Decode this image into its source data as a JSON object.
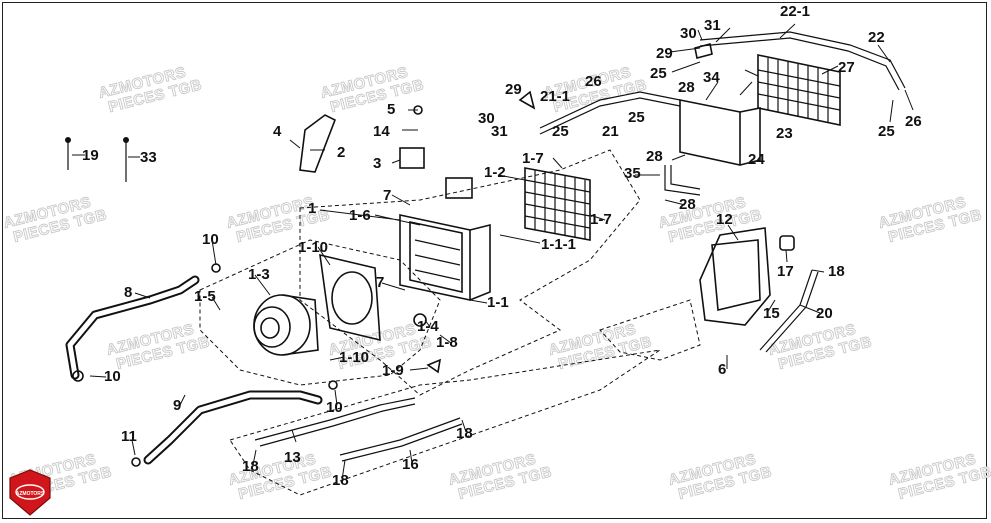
{
  "diagram": {
    "callouts": [
      "22-1",
      "22",
      "30",
      "31",
      "29",
      "25",
      "34",
      "28",
      "27",
      "26",
      "25",
      "23",
      "29",
      "21-1",
      "26",
      "21",
      "25",
      "30",
      "31",
      "25",
      "24",
      "5",
      "14",
      "4",
      "2",
      "3",
      "1-2",
      "1-7",
      "28",
      "35",
      "28",
      "7",
      "1",
      "1-6",
      "1-7",
      "1-1-1",
      "19",
      "33",
      "10",
      "1-10",
      "1-3",
      "12",
      "17",
      "18",
      "8",
      "1-5",
      "1-4",
      "1-1",
      "15",
      "20",
      "1-8",
      "7",
      "1-10",
      "1-9",
      "6",
      "10",
      "9",
      "10",
      "18",
      "11",
      "13",
      "16",
      "18",
      "18"
    ],
    "watermark": {
      "line1": "AZMOTORS",
      "line2": "PIECES TGB"
    },
    "logo_text": "AZMOTORS",
    "colors": {
      "line": "#111111",
      "watermark": "#c9c9c9",
      "logo_red": "#d0161b"
    }
  }
}
